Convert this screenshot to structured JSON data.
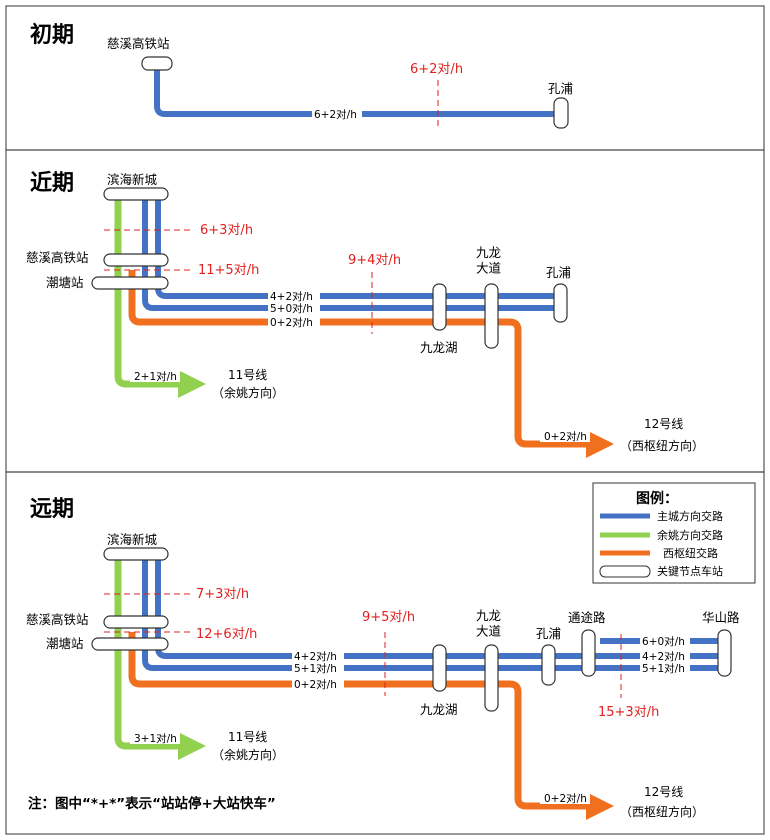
{
  "colors": {
    "main_city": "#4472c4",
    "yuyao": "#92d050",
    "xishu": "#f07020",
    "annotation": "#e02020"
  },
  "panels": {
    "initial": {
      "title": "初期",
      "stations": {
        "cixi": "慈溪高铁站",
        "kongpu": "孔浦"
      },
      "frequency": "6+2对/h",
      "line_label": "6+2对/h"
    },
    "near": {
      "title": "近期",
      "stations": {
        "binhai": "滨海新城",
        "cixi": "慈溪高铁站",
        "chaotang": "潮塘站",
        "jiulong_dadao": "九龙\n大道",
        "kongpu": "孔浦",
        "jiulonghu": "九龙湖"
      },
      "freqs": {
        "a": "6+3对/h",
        "b": "11+5对/h",
        "c": "9+4对/h"
      },
      "line_labels": {
        "l1": "4+2对/h",
        "l2": "5+0对/h",
        "l3": "0+2对/h",
        "yuyao": "2+1对/h",
        "xishu": "0+2对/h"
      },
      "destinations": {
        "line11": "11号线",
        "line11_dir": "（余姚方向）",
        "line12": "12号线",
        "line12_dir": "（西枢纽方向）"
      }
    },
    "far": {
      "title": "远期",
      "stations": {
        "binhai": "滨海新城",
        "cixi": "慈溪高铁站",
        "chaotang": "潮塘站",
        "jiulong_dadao": "九龙\n大道",
        "kongpu": "孔浦",
        "tongtu": "通途路",
        "huashan": "华山路",
        "jiulonghu": "九龙湖"
      },
      "freqs": {
        "a": "7+3对/h",
        "b": "12+6对/h",
        "c": "9+5对/h",
        "d": "15+3对/h"
      },
      "line_labels": {
        "l1": "4+2对/h",
        "l2": "5+1对/h",
        "l3": "0+2对/h",
        "r1": "6+0对/h",
        "r2": "4+2对/h",
        "r3": "5+1对/h",
        "yuyao": "3+1对/h",
        "xishu": "0+2对/h"
      },
      "destinations": {
        "line11": "11号线",
        "line11_dir": "（余姚方向）",
        "line12": "12号线",
        "line12_dir": "（西枢纽方向）"
      },
      "legend": {
        "title": "图例：",
        "items": [
          "主城方向交路",
          "余姚方向交路",
          "西枢纽交路",
          "关键节点车站"
        ]
      },
      "note": "注：图中“*+*”表示“站站停+大站快车”"
    }
  }
}
